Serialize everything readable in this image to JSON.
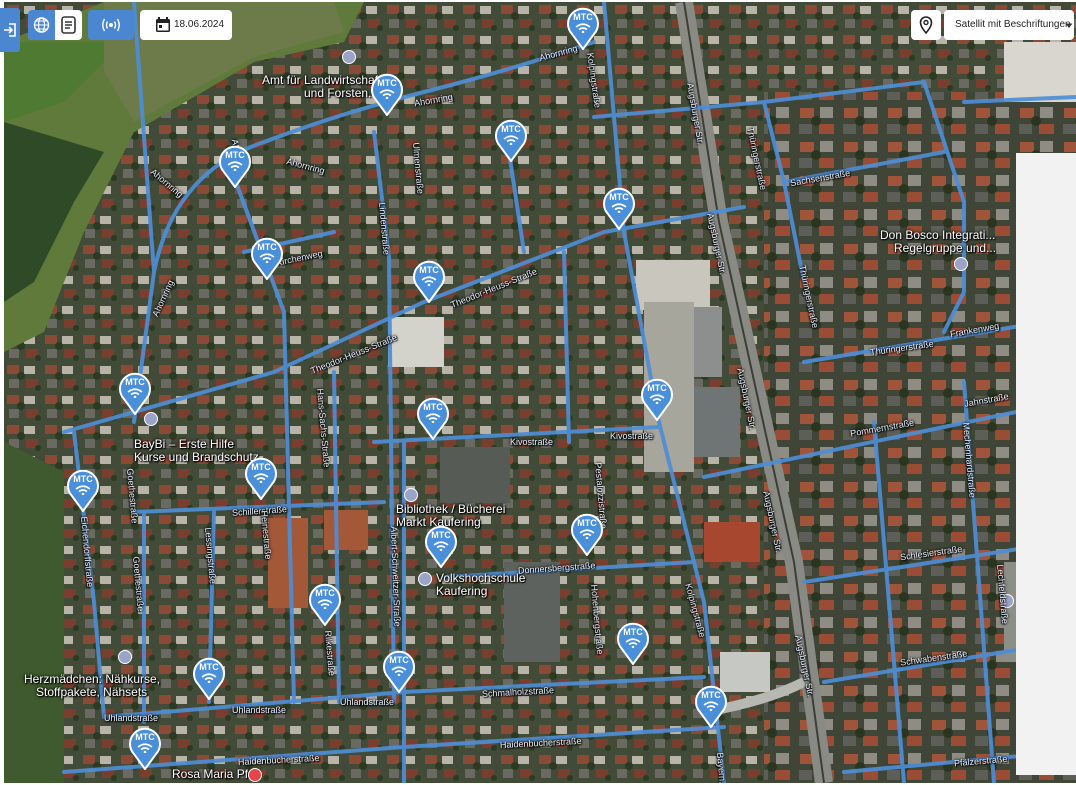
{
  "toolbar": {
    "date": "18.06.2024",
    "layer_selected": "Satellit mit Beschriftungen"
  },
  "colors": {
    "accent": "#4a87d0",
    "road_overlay": "#4e8ed6",
    "marker": "#4a8fd9"
  },
  "marker_text": "MTC",
  "icons": [
    "exit-icon",
    "globe-icon",
    "list-icon",
    "signal-icon",
    "calendar-icon",
    "location-pin-icon",
    "chevron-down-icon",
    "wifi-icon"
  ],
  "places": [
    {
      "text": "Amt für Landwirtschaft"
    },
    {
      "text": "und Forsten..."
    },
    {
      "text": "Don Bosco Integrati..."
    },
    {
      "text": "Regelgruppe und..."
    },
    {
      "text": "BayBi – Erste Hilfe"
    },
    {
      "text": "Kurse und Brandschutz"
    },
    {
      "text": "Bibliothek / Bücherei"
    },
    {
      "text": "Markt Kaufering"
    },
    {
      "text": "Volkshochschule"
    },
    {
      "text": "Kaufering"
    },
    {
      "text": "Herzmädchen: Nähkurse,"
    },
    {
      "text": "Stoffpakete, Nähsets"
    },
    {
      "text": "Rosa Maria Pfeil"
    }
  ],
  "streets": [
    {
      "text": "Augsburger Str."
    },
    {
      "text": "Augsburger Str."
    },
    {
      "text": "Augsburger Str."
    },
    {
      "text": "Augsburger Str."
    },
    {
      "text": "Augsburger Str."
    },
    {
      "text": "Ahornring"
    },
    {
      "text": "Ahornring"
    },
    {
      "text": "Ahornring"
    },
    {
      "text": "Ahornring"
    },
    {
      "text": "Ahornring"
    },
    {
      "text": "Ahornring"
    },
    {
      "text": "Kirchenweg"
    },
    {
      "text": "Theodor-Heuss-Straße"
    },
    {
      "text": "Theodor-Heuss-Straße"
    },
    {
      "text": "Kivostraße"
    },
    {
      "text": "Kivostraße"
    },
    {
      "text": "Schillerstraße"
    },
    {
      "text": "Donnersbergstraße"
    },
    {
      "text": "Schmalholzstraße"
    },
    {
      "text": "Uhlandstraße"
    },
    {
      "text": "Uhlandstraße"
    },
    {
      "text": "Uhlandstraße"
    },
    {
      "text": "Haidenbucherstraße"
    },
    {
      "text": "Haidenbucherstraße"
    },
    {
      "text": "Thüringerstraße"
    },
    {
      "text": "Thüringerstraße"
    },
    {
      "text": "Thüringerstraße"
    },
    {
      "text": "Sachsenstraße"
    },
    {
      "text": "Frankenweg"
    },
    {
      "text": "Pommernstraße"
    },
    {
      "text": "Jahnstraße"
    },
    {
      "text": "Schlesierstraße"
    },
    {
      "text": "Schwabenstraße"
    },
    {
      "text": "Pfälzerstraße"
    },
    {
      "text": "Goethestraße"
    },
    {
      "text": "Goethestraße"
    },
    {
      "text": "Eichendorffstraße"
    },
    {
      "text": "Lessingstraße"
    },
    {
      "text": "Heinestraße"
    },
    {
      "text": "Hans-Sachs-Straße"
    },
    {
      "text": "Albert-Schweitzer-Straße"
    },
    {
      "text": "Rilkestraße"
    },
    {
      "text": "Kolpingstraße"
    },
    {
      "text": "Kolpingstraße"
    },
    {
      "text": "Hohenbergstraße"
    },
    {
      "text": "Lindenstraße"
    },
    {
      "text": "Ulmenstraße"
    },
    {
      "text": "Pestalozzistraße"
    },
    {
      "text": "Mechenhardstraße"
    },
    {
      "text": "Lechfeldstraße"
    },
    {
      "text": "Bayern..."
    }
  ]
}
